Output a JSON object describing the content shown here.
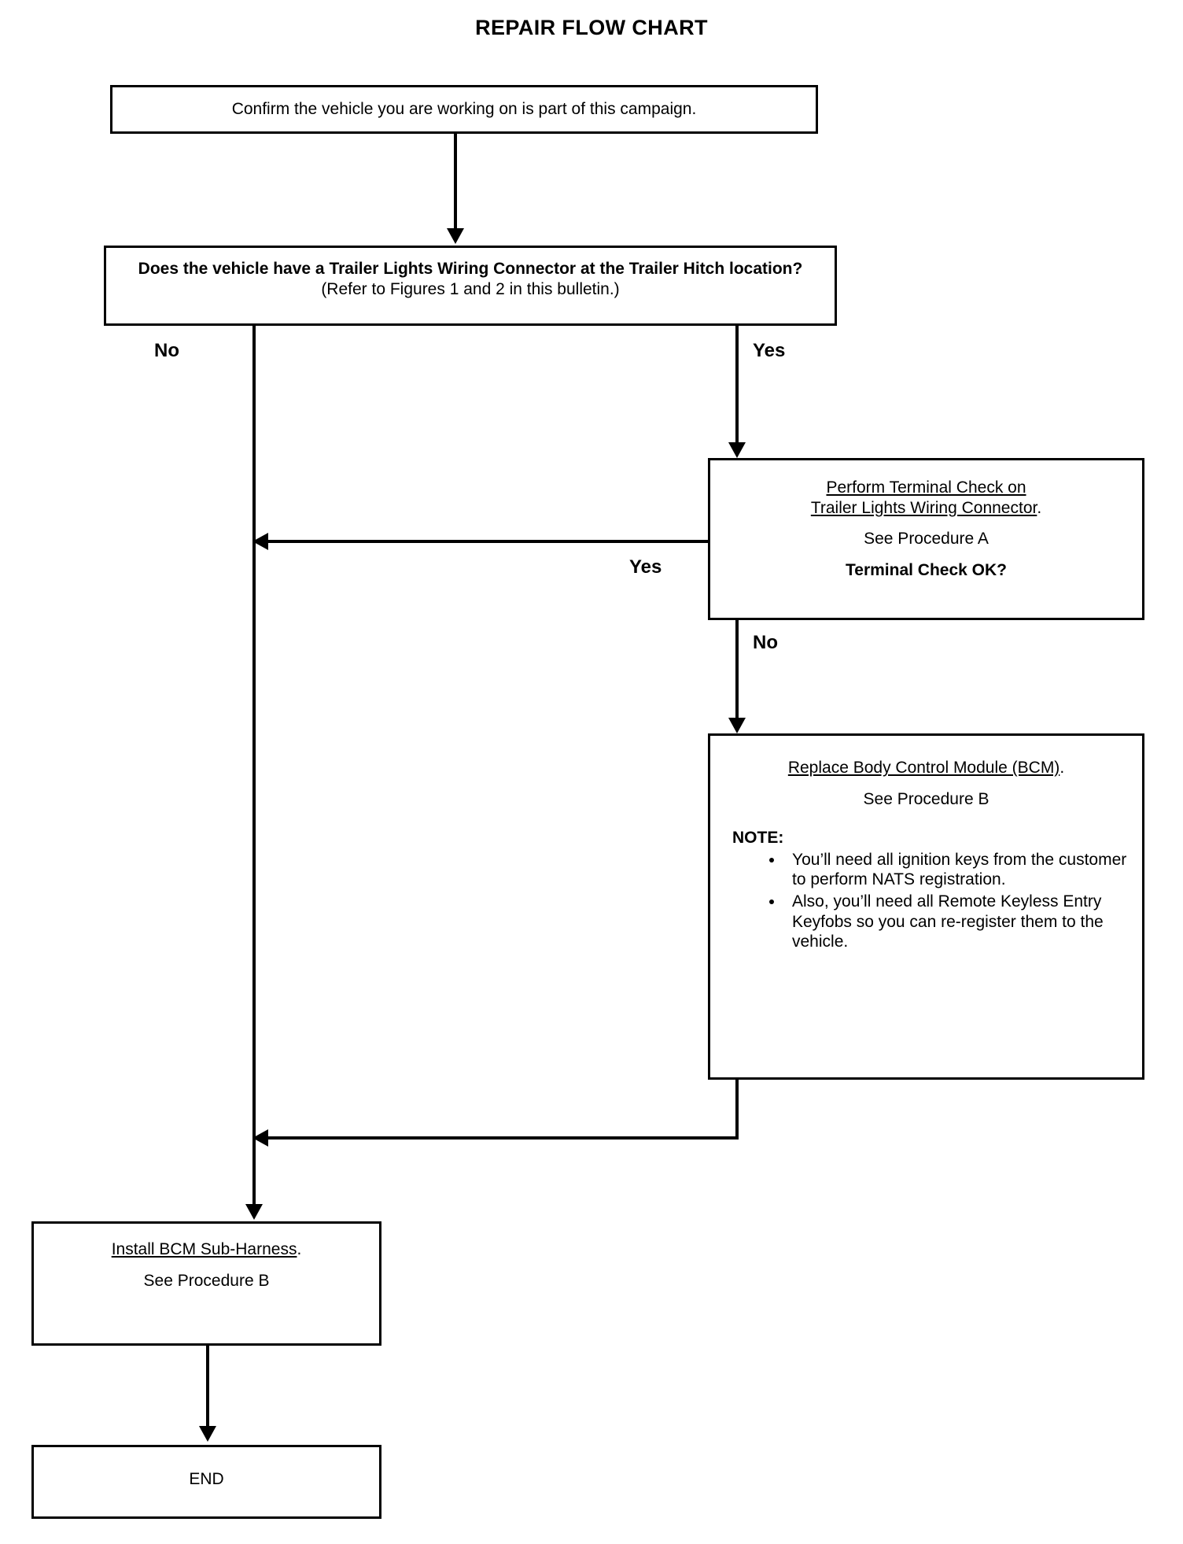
{
  "title": "REPAIR FLOW CHART",
  "boxes": {
    "confirm": {
      "text": "Confirm the vehicle you are working on is part of this campaign."
    },
    "question": {
      "line1": "Does the vehicle have a Trailer Lights Wiring Connector at the Trailer Hitch location?",
      "line2": "(Refer to Figures 1 and 2 in this bulletin.)"
    },
    "terminal_check": {
      "line1": "Perform Terminal Check on",
      "line2": "Trailer Lights Wiring Connector",
      "line2_suffix": ".",
      "line3": "See Procedure A",
      "line4": "Terminal Check OK?"
    },
    "replace_bcm": {
      "line1": "Replace Body Control Module (BCM)",
      "line1_suffix": ".",
      "line2": "See Procedure B",
      "note_label": "NOTE:",
      "bullets": [
        "You’ll need all ignition keys from the customer to perform NATS registration.",
        "Also, you’ll need all Remote Keyless Entry Keyfobs so you can re-register them to the vehicle."
      ]
    },
    "install_subharness": {
      "line1": "Install BCM Sub-Harness",
      "line1_suffix": ".",
      "line2": "See Procedure B"
    },
    "end": {
      "text": "END"
    }
  },
  "edge_labels": {
    "no_left": "No",
    "yes_right": "Yes",
    "yes_back": "Yes",
    "no_down": "No"
  },
  "colors": {
    "stroke": "#000000",
    "background": "#ffffff",
    "text": "#000000"
  }
}
